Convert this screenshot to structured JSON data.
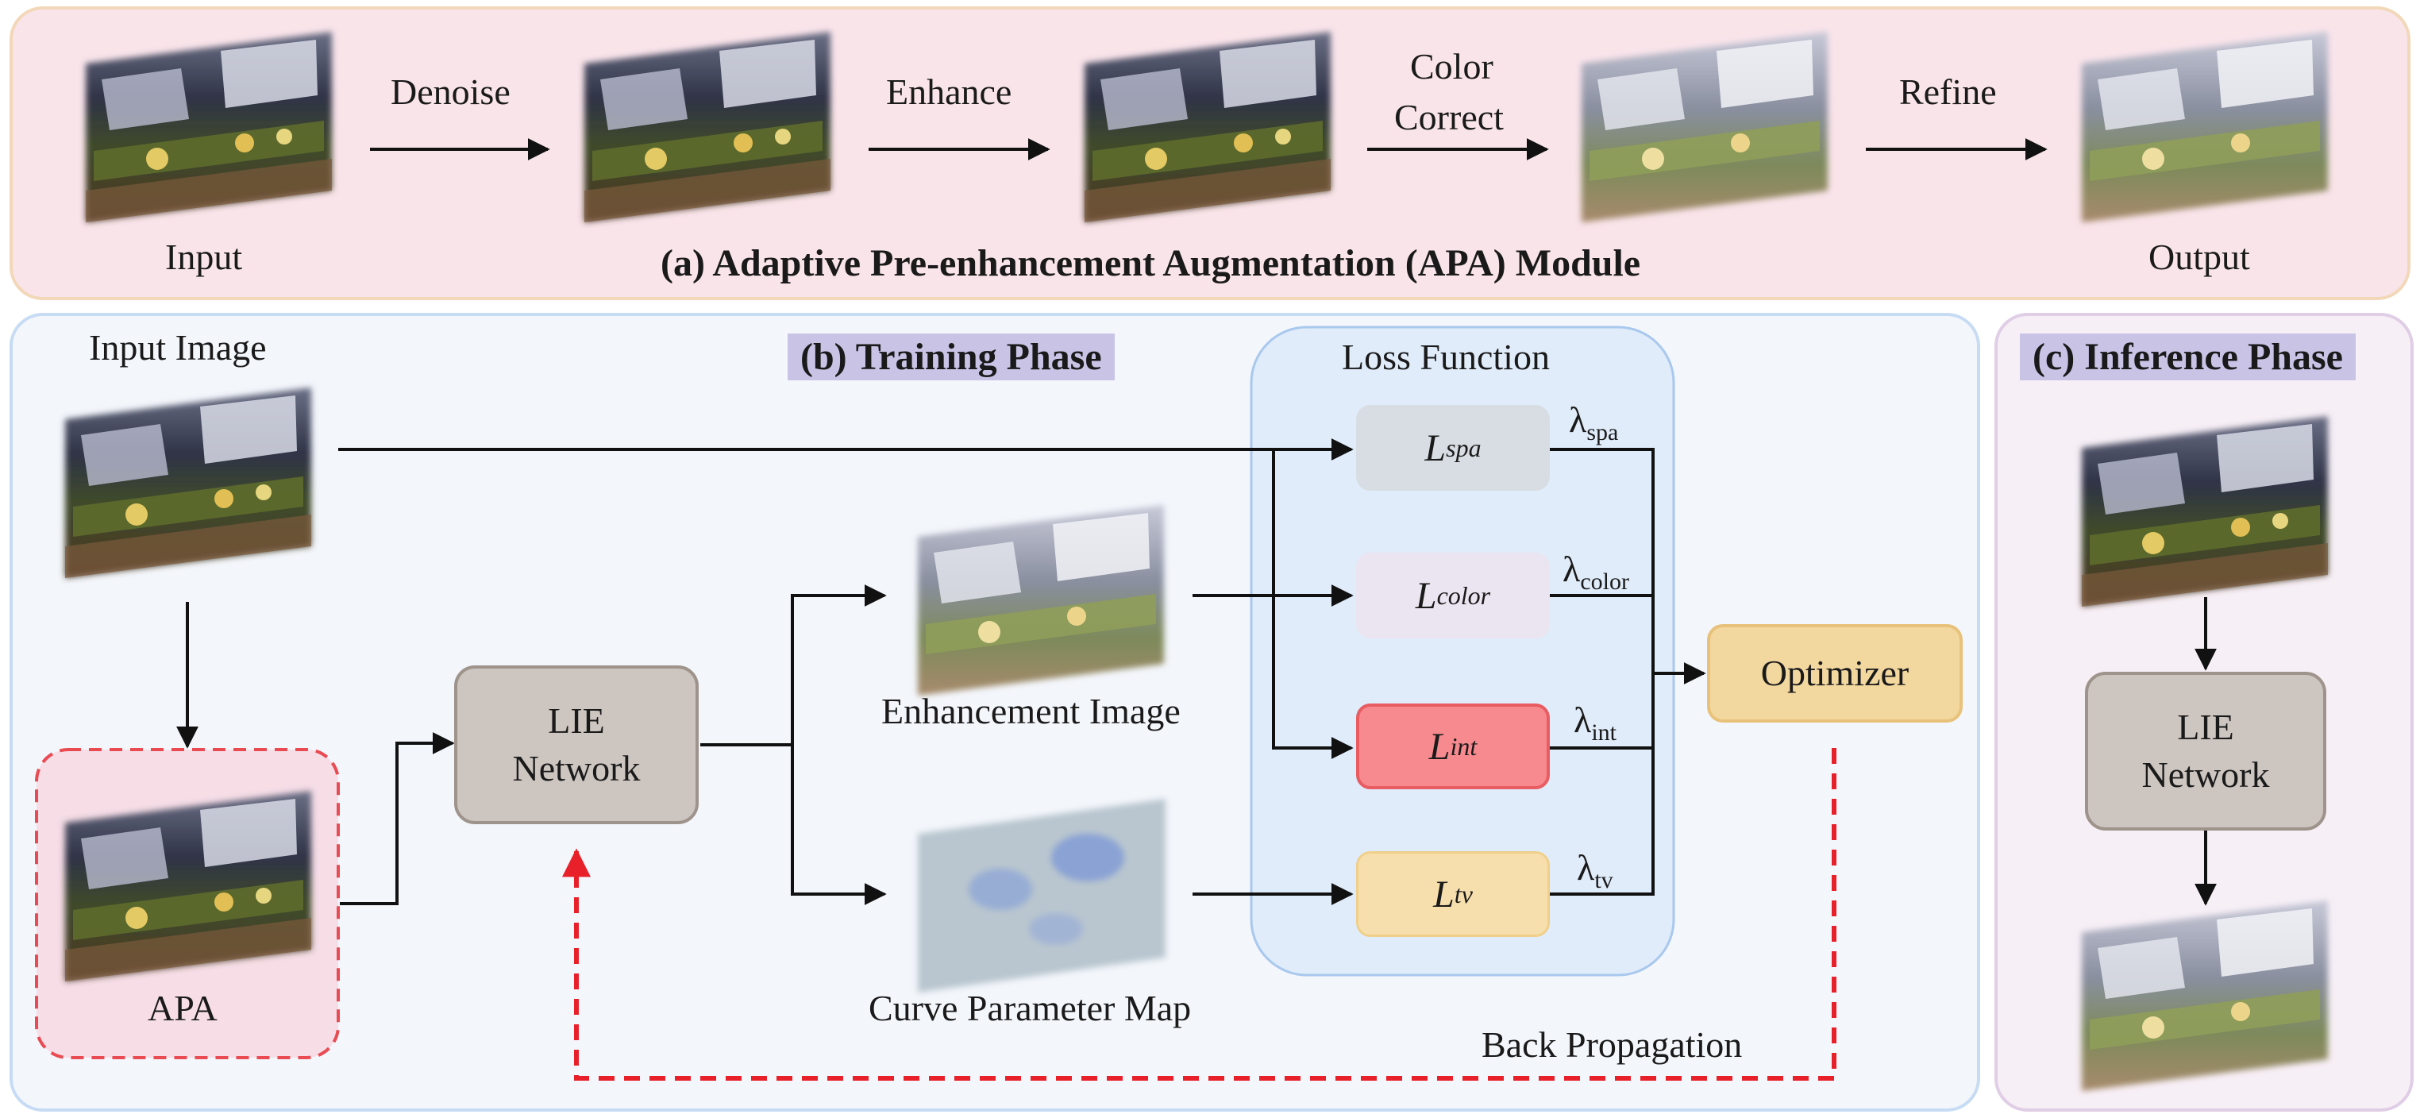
{
  "panel_a": {
    "title": "(a) Adaptive Pre-enhancement Augmentation (APA) Module",
    "input_label": "Input",
    "output_label": "Output",
    "steps": [
      "Denoise",
      "Enhance",
      "Color",
      "Correct",
      "Refine"
    ]
  },
  "panel_b": {
    "title": "(b) Training Phase",
    "input_image_label": "Input Image",
    "apa_label": "APA",
    "lie_line1": "LIE",
    "lie_line2": "Network",
    "enhancement_label": "Enhancement Image",
    "curve_label": "Curve Parameter Map",
    "loss_title": "Loss Function",
    "losses": [
      {
        "main": "L",
        "sub": "spa",
        "lambda": "λ",
        "lambda_sub": "spa",
        "fill": "#d7dde2",
        "border": "#d7dde2"
      },
      {
        "main": "L",
        "sub": "color",
        "lambda": "λ",
        "lambda_sub": "color",
        "fill": "#ebe4f1",
        "border": "#ebe4f1"
      },
      {
        "main": "L",
        "sub": "int",
        "lambda": "λ",
        "lambda_sub": "int",
        "fill": "#f68a8f",
        "border": "#e85c62"
      },
      {
        "main": "L",
        "sub": "tv",
        "lambda": "λ",
        "lambda_sub": "tv",
        "fill": "#f7dfad",
        "border": "#f0cf8a"
      }
    ],
    "optimizer_label": "Optimizer",
    "back_prop_label": "Back Propagation"
  },
  "panel_c": {
    "title": "(c) Inference Phase",
    "lie_line1": "LIE",
    "lie_line2": "Network"
  },
  "colors": {
    "panel_a_fill": "#f9e4ea",
    "panel_a_border": "#f2d8b8",
    "panel_b_fill": "#f3f6fb",
    "panel_b_border": "#c7dcf4",
    "panel_c_fill": "#f7eff6",
    "panel_c_border": "#e0cde6",
    "loss_region_fill": "#e0ecfa",
    "loss_region_border": "#a9c8ee",
    "lie_fill": "#ccc5c0",
    "lie_border": "#9f948c",
    "optimizer_fill": "#f2d79f",
    "optimizer_border": "#e8c27a",
    "apa_fill": "#f6dde6",
    "apa_border": "#ea4a52",
    "backprop": "#e8202a",
    "arrow": "#111111"
  },
  "icons": {
    "photo": "night-aerial-city-photo",
    "curve_map": "blue-curve-parameter-map"
  }
}
